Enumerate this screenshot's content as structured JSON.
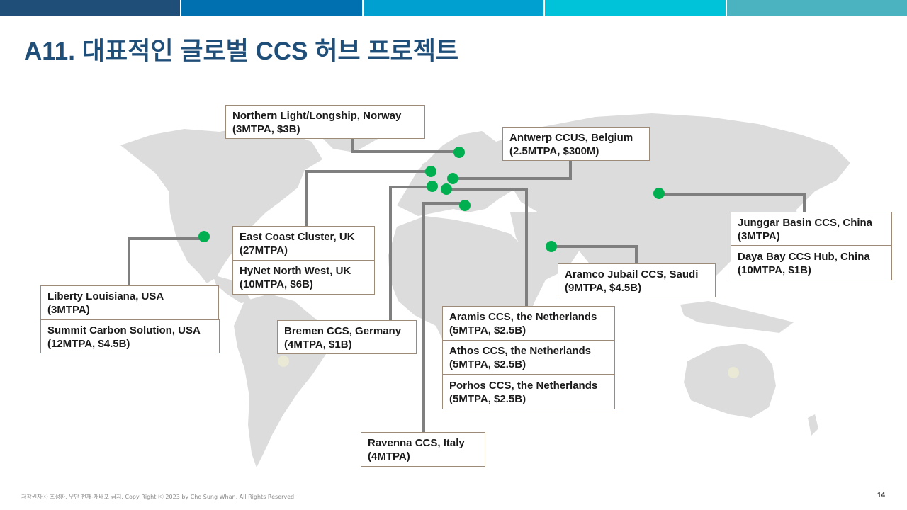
{
  "colors": {
    "topbar": [
      "#1f4e79",
      "#0070b0",
      "#00a0d0",
      "#00c2d8",
      "#4ab3bf"
    ],
    "title": "#1f4e79",
    "land": "#dcdcdc",
    "marker": "#00b050",
    "line": "#7f7f7f",
    "border": "#9e8a78"
  },
  "title": "A11. 대표적인 글로벌 CCS 허브 프로젝트",
  "projects": {
    "northern_light": {
      "name": "Northern Light/Longship, Norway",
      "detail": "(3MTPA, $3B)"
    },
    "antwerp": {
      "name": "Antwerp CCUS, Belgium",
      "detail": "(2.5MTPA, $300M)"
    },
    "east_coast": {
      "name": "East Coast Cluster, UK",
      "detail": "(27MTPA)"
    },
    "hynet": {
      "name": "HyNet North West, UK",
      "detail": "(10MTPA, $6B)"
    },
    "liberty": {
      "name": "Liberty Louisiana, USA",
      "detail": "(3MTPA)"
    },
    "summit": {
      "name": "Summit Carbon Solution, USA",
      "detail": "(12MTPA, $4.5B)"
    },
    "bremen": {
      "name": "Bremen CCS, Germany",
      "detail": "(4MTPA, $1B)"
    },
    "aramis": {
      "name": "Aramis CCS, the Netherlands",
      "detail": "(5MTPA, $2.5B)"
    },
    "athos": {
      "name": "Athos CCS, the Netherlands",
      "detail": "(5MTPA, $2.5B)"
    },
    "porhos": {
      "name": "Porhos CCS, the Netherlands",
      "detail": "(5MTPA, $2.5B)"
    },
    "ravenna": {
      "name": "Ravenna CCS, Italy",
      "detail": "(4MTPA)"
    },
    "aramco": {
      "name": "Aramco Jubail CCS, Saudi",
      "detail": "(9MTPA, $4.5B)"
    },
    "junggar": {
      "name": "Junggar Basin CCS, China",
      "detail": "(3MTPA)"
    },
    "daya_bay": {
      "name": "Daya Bay CCS Hub, China",
      "detail": "(10MTPA, $1B)"
    }
  },
  "footer": "저작권자ⓒ 조성환, 무단 전재-재배포 금지. Copy Right ⓒ 2023 by Cho Sung Whan, All Rights Reserved.",
  "page_number": "14"
}
